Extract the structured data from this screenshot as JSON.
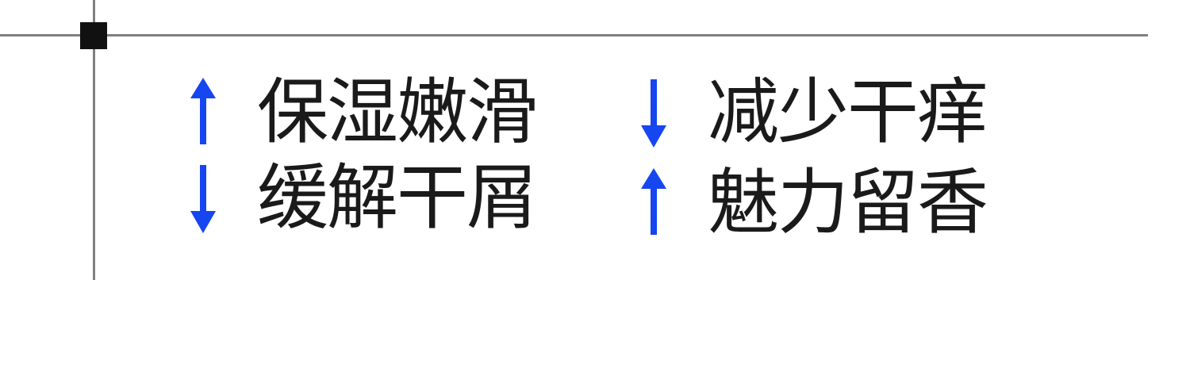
{
  "colors": {
    "arrow": "#1646f0",
    "text": "#1a1a1a",
    "frame": "#808080",
    "corner": "#111111"
  },
  "benefits": [
    {
      "label": "保湿嫩滑",
      "direction": "up",
      "icon": "arrow-up-icon"
    },
    {
      "label": "缓解干屑",
      "direction": "down",
      "icon": "arrow-down-icon"
    },
    {
      "label": "减少干痒",
      "direction": "down",
      "icon": "arrow-down-icon"
    },
    {
      "label": "魅力留香",
      "direction": "up",
      "icon": "arrow-up-icon"
    }
  ]
}
